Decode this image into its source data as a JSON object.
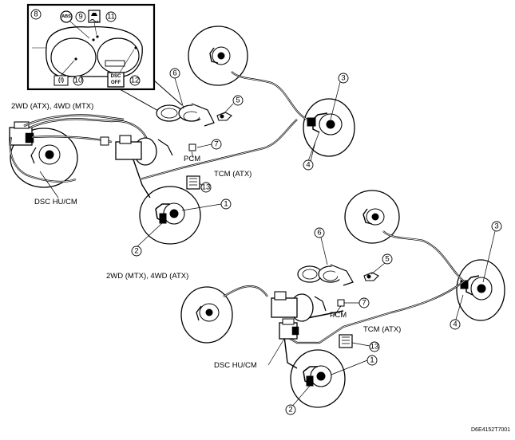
{
  "labels": {
    "config_top": "2WD (ATX), 4WD (MTX)",
    "config_bottom": "2WD (MTX), 4WD (ATX)",
    "dsc_top": "DSC HU/CM",
    "dsc_bottom": "DSC HU/CM",
    "pcm_top": "PCM",
    "pcm_bottom": "PCM",
    "tcm_top": "TCM (ATX)",
    "tcm_bottom": "TCM (ATX)",
    "figure_code": "D6E4152T7001"
  },
  "callouts": [
    "1",
    "2",
    "3",
    "4",
    "5",
    "6",
    "7",
    "8",
    "9",
    "10",
    "11",
    "12",
    "13"
  ],
  "cluster_icons": {
    "abs": "ABS",
    "dsc_line1": "DSC",
    "dsc_line2": "OFF",
    "brake": "(!)",
    "skid": "skid-car-icon"
  }
}
